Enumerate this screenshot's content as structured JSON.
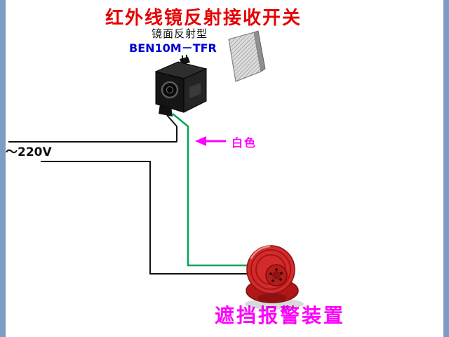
{
  "title": "红外线镜反射接收开关",
  "sensor": {
    "type_label": "镜面反射型",
    "model": "BEN10M－TFR"
  },
  "labels": {
    "power": "～220V",
    "white_wire": "白色",
    "caption": "遮挡报警装置"
  },
  "components": {
    "sensor": "photoelectric-switch-body",
    "reflector": "mirror-reflector-panel",
    "alarm": "red-alarm-siren",
    "arrow": "white-wire-pointer-arrow"
  },
  "colors": {
    "title_red": "#e60000",
    "model_blue": "#0000d0",
    "magenta": "#ff00ff",
    "wire_green": "#00a651",
    "wire_black": "#111111",
    "border_bars": "#7e9cc4",
    "alarm_red": "#d32b2b"
  }
}
